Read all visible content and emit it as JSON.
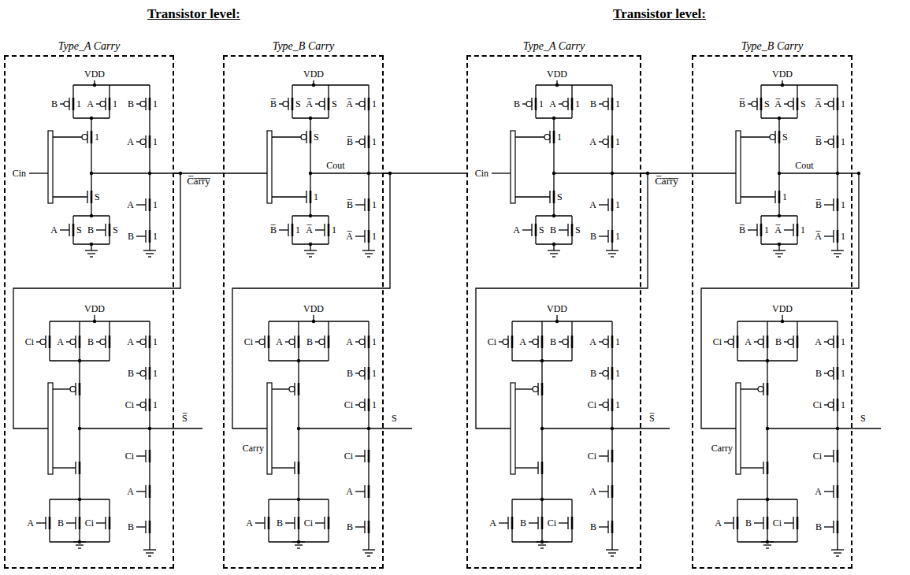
{
  "diagram": {
    "nodes": [
      {
        "text": [
          "Type_A Carry"
        ]
      },
      {
        "text": [
          "Type_B Carry"
        ]
      },
      {
        "text": [
          "Type_A Carry"
        ]
      },
      {
        "text": [
          "Type_B Carry"
        ]
      }
    ],
    "edges": [
      {
        "from": 0,
        "to": 1,
        "arrow": "none",
        "label": "C̅a̅r̅r̅y̅"
      },
      {
        "from": 1,
        "to": 2,
        "arrow": "none"
      },
      {
        "from": 2,
        "to": 3,
        "arrow": "none",
        "label": "C̅a̅r̅r̅y̅"
      }
    ],
    "labels": [
      "Transistor level:",
      "Transistor level:",
      "VDD",
      "B",
      "1",
      "A",
      "1",
      "B",
      "1",
      "1",
      "A",
      "1",
      "Cin",
      "S",
      "A",
      "1",
      "A",
      "S",
      "B",
      "S",
      "B",
      "1",
      "VDD",
      "Ci",
      "A",
      "B",
      "A",
      "1",
      "B",
      "1",
      "Ci",
      "1",
      "S̅",
      "Ci",
      "A",
      "A",
      "B",
      "Ci",
      "B",
      "VDD",
      "B̅",
      "S",
      "A̅",
      "S",
      "A̅",
      "1",
      "S",
      "B̅",
      "1",
      "Cout",
      "1",
      "B̅",
      "1",
      "B̅",
      "1",
      "A̅",
      "1",
      "A̅",
      "1",
      "VDD",
      "Ci",
      "A",
      "B",
      "A",
      "1",
      "B",
      "1",
      "Ci",
      "1",
      "S",
      "Carry",
      "Ci",
      "A",
      "A",
      "B",
      "Ci",
      "B",
      "VDD",
      "B",
      "1",
      "A",
      "1",
      "B",
      "1",
      "1",
      "A",
      "1",
      "Cin",
      "S",
      "A",
      "1",
      "A",
      "S",
      "B",
      "S",
      "B",
      "1",
      "VDD",
      "Ci",
      "A",
      "B",
      "A",
      "1",
      "B",
      "1",
      "Ci",
      "1",
      "S̅",
      "Ci",
      "A",
      "A",
      "B",
      "Ci",
      "B",
      "VDD",
      "B̅",
      "S",
      "A̅",
      "S",
      "A̅",
      "1",
      "S",
      "B̅",
      "1",
      "Cout",
      "1",
      "B̅",
      "1",
      "B̅",
      "1",
      "A̅",
      "1",
      "A̅",
      "1",
      "VDD",
      "Ci",
      "A",
      "B",
      "A",
      "1",
      "B",
      "1",
      "Ci",
      "1",
      "S",
      "Carry",
      "Ci",
      "A",
      "A",
      "B",
      "Ci",
      "B"
    ]
  }
}
